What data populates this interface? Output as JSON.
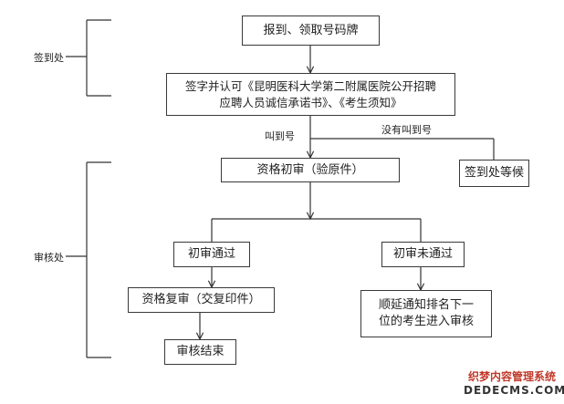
{
  "sections": {
    "checkin": "签到处",
    "review": "审核处"
  },
  "nodes": {
    "register": "报到、领取号码牌",
    "sign_line1": "签字并认可《昆明医科大学第二附属医院公开招聘",
    "sign_line2": "应聘人员诚信承诺书》、《考生须知》",
    "initial_review": "资格初审（验原件）",
    "wait": "签到处等候",
    "pass": "初审通过",
    "fail": "初审未通过",
    "second_review": "资格复审（交复印件）",
    "end": "审核结束",
    "next_line1": "顺延通知排名下一",
    "next_line2": "位的考生进入审核"
  },
  "edges": {
    "called": "叫到号",
    "not_called": "没有叫到号"
  },
  "watermark": {
    "cn": "织梦内容管理系统",
    "en": "DEDECMS.COM"
  }
}
